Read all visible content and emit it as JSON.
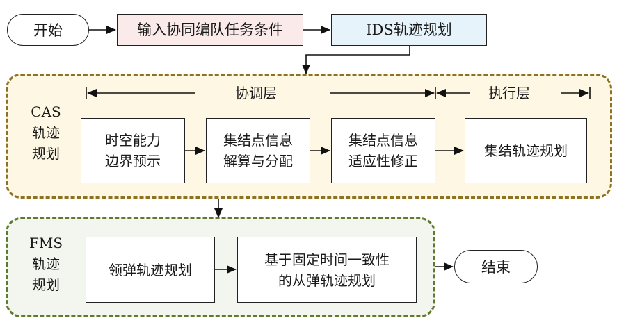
{
  "diagram": {
    "start": "开始",
    "end": "结束",
    "input_task": "输入协同编队任务条件",
    "ids_planning": "IDS轨迹规划",
    "cas_group": {
      "label_line1": "CAS",
      "label_line2": "轨迹",
      "label_line3": "规划",
      "coordination_layer": "协调层",
      "execution_layer": "执行层",
      "steps": [
        {
          "line1": "时空能力",
          "line2": "边界预示"
        },
        {
          "line1": "集结点信息",
          "line2": "解算与分配"
        },
        {
          "line1": "集结点信息",
          "line2": "适应性修正"
        },
        {
          "line1": "集结轨迹规划",
          "line2": ""
        }
      ]
    },
    "fms_group": {
      "label_line1": "FMS",
      "label_line2": "轨迹",
      "label_line3": "规划",
      "steps": [
        {
          "line1": "领弹轨迹规划",
          "line2": ""
        },
        {
          "line1": "基于固定时间一致性",
          "line2": "的从弹轨迹规划"
        }
      ]
    },
    "colors": {
      "input_fill": "#fbeaea",
      "ids_fill": "#e6f3fb",
      "cas_fill": "#fdf7e3",
      "cas_border": "#8d7224",
      "fms_fill": "#f3f6ee",
      "fms_border": "#5f7a2e"
    }
  }
}
